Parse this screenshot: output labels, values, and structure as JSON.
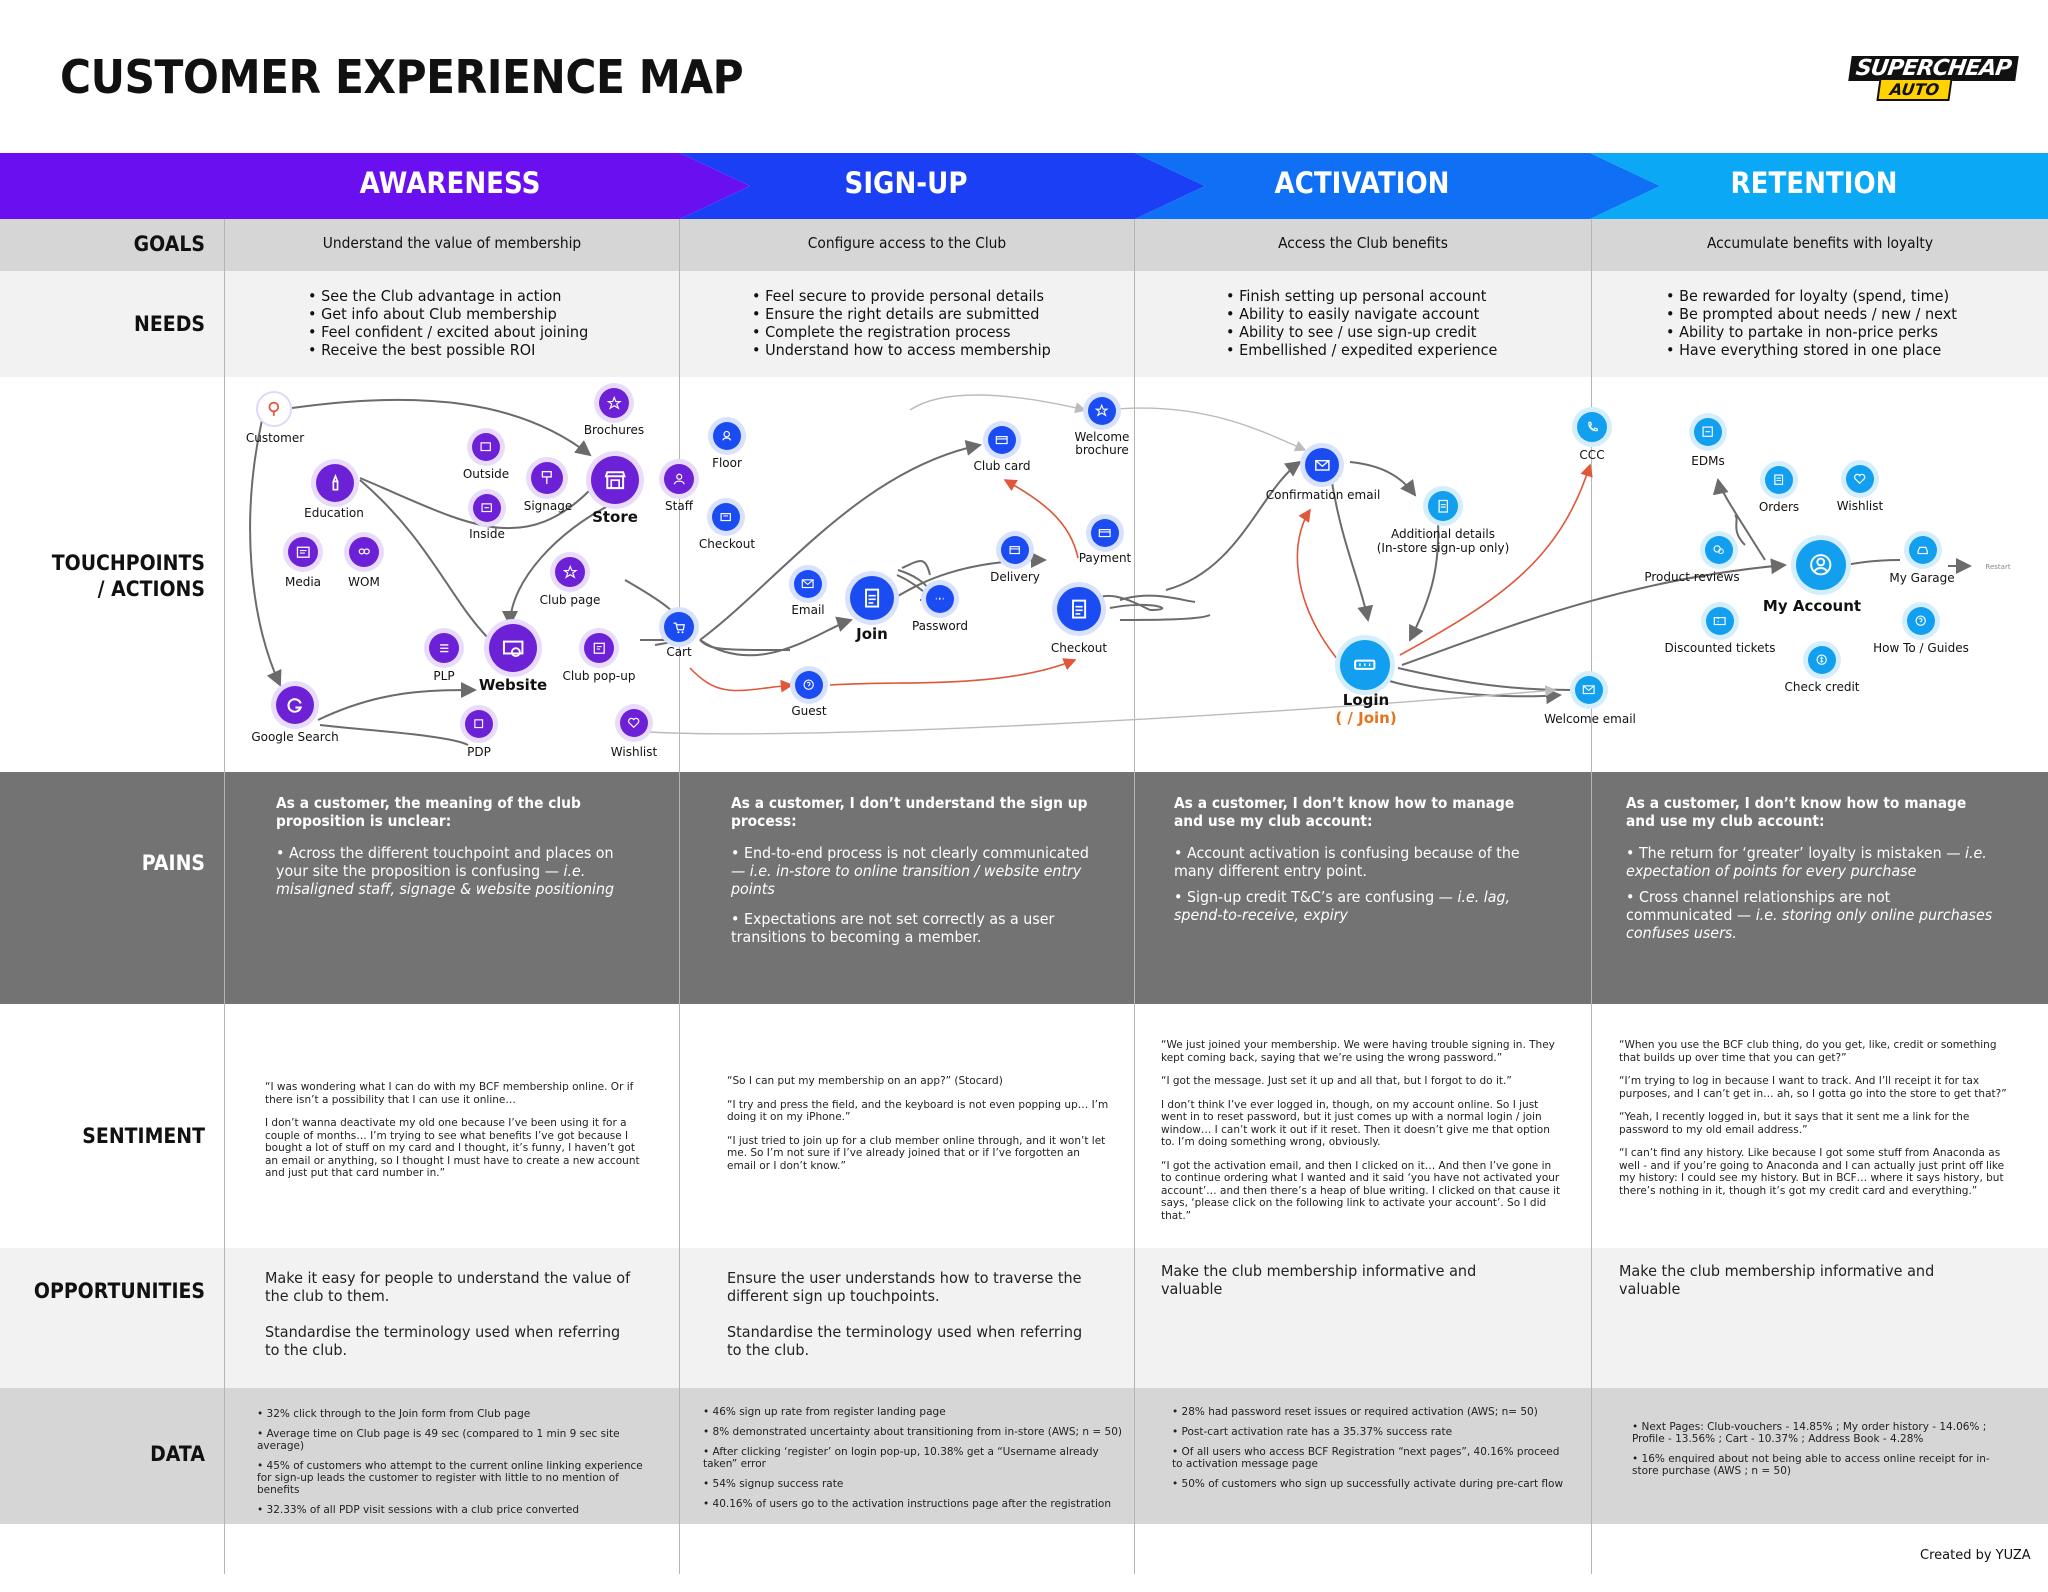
{
  "title": "CUSTOMER EXPERIENCE MAP",
  "logo": {
    "line1": "SUPERCHEAP",
    "line2": "AUTO"
  },
  "phases": [
    "AWARENESS",
    "SIGN-UP",
    "ACTIVATION",
    "RETENTION"
  ],
  "colors": {
    "awareness": "#6a10f0",
    "signup": "#1a3ff5",
    "activation": "#0f6ff5",
    "retention": "#0aa8f5",
    "pains_bg": "#737373",
    "gray_row": "#d6d6d6",
    "light_row": "#f2f2f2",
    "accent_orange": "#e8731c"
  },
  "rows": {
    "goals": "GOALS",
    "needs": "NEEDS",
    "touchpoints_line1": "TOUCHPOINTS",
    "touchpoints_line2": "/ ACTIONS",
    "pains": "PAINS",
    "sentiment": "SENTIMENT",
    "opportunities": "OPPORTUNITIES",
    "data": "DATA"
  },
  "goals": [
    "Understand the value of membership",
    "Configure access to the Club",
    "Access the Club benefits",
    "Accumulate benefits with loyalty"
  ],
  "needs": [
    [
      "See the Club advantage in action",
      "Get info about Club membership",
      "Feel confident / excited about joining",
      "Receive the best possible ROI"
    ],
    [
      "Feel secure to provide personal details",
      "Ensure the right details are submitted",
      "Complete the registration process",
      "Understand how to access membership"
    ],
    [
      "Finish setting up personal account",
      "Ability to easily navigate account",
      "Ability to see / use sign-up credit",
      "Embellished / expedited experience"
    ],
    [
      "Be rewarded for loyalty (spend, time)",
      "Be prompted about needs / new / next",
      "Ability to partake in non-price perks",
      "Have everything stored in one place"
    ]
  ],
  "touchpoints": {
    "customer": "Customer",
    "education": "Education",
    "media": "Media",
    "wom": "WOM",
    "outside": "Outside",
    "inside": "Inside",
    "signage": "Signage",
    "brochures": "Brochures",
    "store": "Store",
    "staff": "Staff",
    "floor": "Floor",
    "checkout_store": "Checkout",
    "club_page": "Club page",
    "website": "Website",
    "plp": "PLP",
    "club_popup": "Club pop-up",
    "cart": "Cart",
    "google_search": "Google Search",
    "pdp": "PDP",
    "wishlist_aw": "Wishlist",
    "email": "Email",
    "join": "Join",
    "password": "Password",
    "guest": "Guest",
    "club_card": "Club card",
    "welcome_brochure": "Welcome brochure",
    "delivery": "Delivery",
    "payment": "Payment",
    "checkout": "Checkout",
    "confirmation_email": "Confirmation email",
    "additional_details": "Additional details",
    "additional_details_note": "(In-store sign-up only)",
    "login": "Login",
    "login_join": "( / Join)",
    "ccc": "CCC",
    "welcome_email": "Welcome email",
    "edms": "EDMs",
    "orders": "Orders",
    "wishlist_ret": "Wishlist",
    "product_reviews": "Product reviews",
    "my_account": "My Account",
    "my_garage": "My Garage",
    "discounted_tickets": "Discounted tickets",
    "check_credit": "Check credit",
    "how_to": "How To / Guides",
    "restart": "Restart"
  },
  "pains": [
    {
      "heading": "As a customer, the meaning of the club proposition is unclear:",
      "points": [
        {
          "text": "• Across the different touchpoint and places on your site the proposition is confusing — ",
          "em": "i.e. misaligned staff, signage & website positioning"
        }
      ]
    },
    {
      "heading": "As a customer, I don’t understand the sign up process:",
      "points": [
        {
          "text": "• End-to-end process is not clearly communicated ",
          "em": "— i.e. in-store to online transition / website entry points"
        },
        {
          "text": "• Expectations are not set correctly as a user transitions to becoming a member.",
          "em": ""
        }
      ]
    },
    {
      "heading": "As a customer, I don’t know how to manage and use my club account:",
      "points": [
        {
          "text": "• Account activation is confusing because of the many different entry point.",
          "em": ""
        },
        {
          "text": "• Sign-up credit T&C’s are confusing — ",
          "em": "i.e. lag, spend-to-receive, expiry"
        }
      ]
    },
    {
      "heading": "As a customer, I don’t know how to manage and use my club account:",
      "points": [
        {
          "text": "• The return for ‘greater’ loyalty is mistaken — ",
          "em": "i.e. expectation of points for every purchase"
        },
        {
          "text": "• Cross channel relationships are not communicated — ",
          "em": "i.e. storing only online purchases confuses users."
        }
      ]
    }
  ],
  "sentiment": [
    [
      "“I was wondering what I can do with my BCF membership online. Or if there isn’t a possibility that I can use it online…",
      "I don’t wanna deactivate my old one because I’ve been using it for a couple of months… I’m trying to see what benefits I’ve got because I bought a lot of stuff on my card and I thought, it’s funny, I haven’t got an email or anything, so I thought I must have to create a new account and just put that card number in.”"
    ],
    [
      "“So I can put my membership on an app?” (Stocard)",
      "“I try and press the field, and the keyboard is not even popping up… I’m doing it on my iPhone.”",
      "“I just tried to join up for a club member online through, and it won’t let me. So I’m not sure if I’ve already joined that or if I’ve forgotten an email or I don’t know.”"
    ],
    [
      "“We just joined your membership. We were having trouble signing in. They kept coming back, saying that we’re using the wrong password.”",
      "“I got the message. Just set it up and all that, but I forgot to do it.”",
      "I don’t think I’ve ever logged in, though, on my account online. So I just went in to reset password, but it just comes up with a normal login / join window… I can’t work it out if it reset. Then it doesn’t give me that option to. I’m doing something wrong, obviously.",
      "“I got the activation email, and then I clicked on it… And then I’ve gone in to continue ordering what I wanted and it said ‘you have not activated your account’… and then there’s a heap of blue writing. I clicked on that cause it says, ‘please click on the following link to activate your account’. So I did that.”"
    ],
    [
      "“When you use the BCF club thing, do you get, like, credit or something that builds up over time that you can get?”",
      "“I’m trying to log in because I want to track. And I’ll receipt it for tax purposes, and I can’t get in… ah, so I gotta go into the store to get that?”",
      "“Yeah, I recently logged in, but it says that it sent me a link for the password to my old email address.”",
      "“I can’t find any history. Like because I got some stuff from Anaconda as well - and if you’re going to Anaconda and I can actually just print off like my history: I could see my history. But in BCF… where it says history, but there’s nothing in it, though it’s got my credit card and everything.”"
    ]
  ],
  "opportunities": [
    [
      "Make it easy for people to understand the value of the club to them.",
      "Standardise the terminology used when referring to the club."
    ],
    [
      "Ensure the user understands how to traverse the different sign up touchpoints.",
      "Standardise the terminology used when referring to the club."
    ],
    [
      "Make the club membership informative and valuable"
    ],
    [
      "Make the club membership informative and valuable"
    ]
  ],
  "data": [
    [
      "32% click through to the Join form from Club page",
      "Average time on Club page is 49 sec (compared to 1 min 9 sec site average)",
      "45% of customers who attempt to the current online linking experience for sign-up leads the customer to register with little to no mention of benefits",
      "32.33% of all PDP visit sessions with a club price converted"
    ],
    [
      "46% sign up rate from register landing page",
      "8% demonstrated uncertainty about transitioning from in-store (AWS; n = 50)",
      "After clicking ‘register’ on login pop-up, 10.38% get a “Username already taken” error",
      "54% signup success rate",
      "40.16% of users go to the activation instructions page after the registration"
    ],
    [
      "28% had password reset issues or required activation (AWS; n= 50)",
      "Post-cart activation rate has a 35.37% success rate",
      "Of all users who access BCF Registration “next pages”, 40.16% proceed to activation message page",
      "50% of customers who sign up successfully activate during pre-cart flow"
    ],
    [
      "Next Pages: Club-vouchers - 14.85% ; My order history - 14.06% ; Profile - 13.56% ; Cart - 10.37% ; Address Book - 4.28%",
      "16% enquired about not being able to access online receipt for in-store purchase (AWS ; n = 50)"
    ]
  ],
  "credit": "Created by YUZA"
}
